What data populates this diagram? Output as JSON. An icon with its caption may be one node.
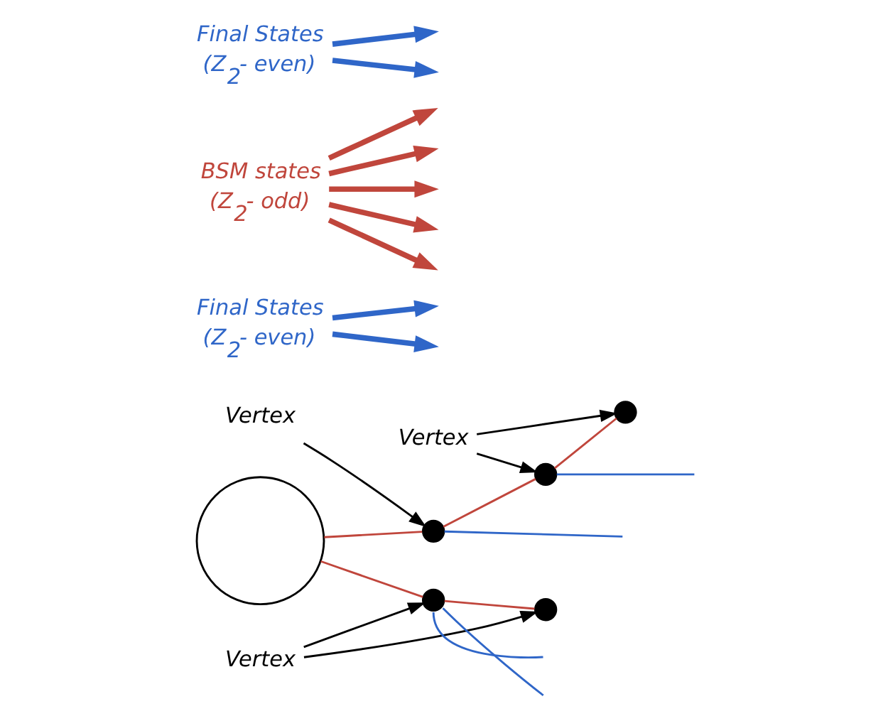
{
  "diagram": {
    "nodes": [
      {
        "text": [],
        "shape": "circle"
      },
      {
        "text": [],
        "shape": "dot"
      },
      {
        "text": [],
        "shape": "dot"
      },
      {
        "text": [],
        "shape": "dot"
      },
      {
        "text": [],
        "shape": "dot"
      },
      {
        "text": [],
        "shape": "dot"
      },
      {
        "text": [
          "Vertex"
        ]
      },
      {
        "text": [
          "Final States",
          "(Z$_{2}$- even)"
        ]
      },
      {
        "text": [
          "Vertex"
        ]
      },
      {
        "text": [
          "BSM states",
          "(Z$_{2}$- odd)"
        ]
      },
      {
        "text": [
          "Final States",
          "(Z$_{2}$- even)"
        ]
      },
      {
        "text": [
          "Vertex"
        ]
      }
    ],
    "edges": [
      {
        "from": 0,
        "to": 1,
        "arrow": "none",
        "color": "#c0463c"
      },
      {
        "from": 1,
        "to": 2,
        "arrow": "none",
        "color": "#c0463c"
      },
      {
        "from": 2,
        "to": 3,
        "arrow": "none",
        "color": "#c0463c"
      },
      {
        "from": 0,
        "to": 4,
        "arrow": "none",
        "color": "#c0463c"
      },
      {
        "from": 4,
        "to": 5,
        "arrow": "none",
        "color": "#c0463c"
      },
      {
        "from": 1,
        "to": null,
        "arrow": "none",
        "color": "#2f66c8"
      },
      {
        "from": 2,
        "to": null,
        "arrow": "none",
        "color": "#2f66c8"
      },
      {
        "from": null,
        "to": 4,
        "arrow": "none",
        "color": "#2f66c8"
      },
      {
        "from": null,
        "to": 4,
        "arrow": "none",
        "color": "#2f66c8"
      },
      {
        "from": 6,
        "to": 1,
        "arrow": "to",
        "color": "#000000"
      },
      {
        "from": 7,
        "to": null,
        "arrow": "to",
        "style": "thick",
        "color": "#2f66c8"
      },
      {
        "from": 7,
        "to": null,
        "arrow": "to",
        "style": "thick",
        "color": "#2f66c8"
      },
      {
        "from": 8,
        "to": 2,
        "arrow": "to",
        "color": "#000000"
      },
      {
        "from": 8,
        "to": 3,
        "arrow": "to",
        "color": "#000000"
      },
      {
        "from": 9,
        "to": null,
        "arrow": "to",
        "style": "thick",
        "color": "#c0463c"
      },
      {
        "from": 9,
        "to": null,
        "arrow": "to",
        "style": "thick",
        "color": "#c0463c"
      },
      {
        "from": 9,
        "to": null,
        "arrow": "to",
        "style": "thick",
        "color": "#c0463c"
      },
      {
        "from": 9,
        "to": null,
        "arrow": "to",
        "style": "thick",
        "color": "#c0463c"
      },
      {
        "from": 9,
        "to": null,
        "arrow": "to",
        "style": "thick",
        "color": "#c0463c"
      },
      {
        "from": 10,
        "to": null,
        "arrow": "to",
        "style": "thick",
        "color": "#2f66c8"
      },
      {
        "from": 10,
        "to": null,
        "arrow": "to",
        "style": "thick",
        "color": "#2f66c8"
      },
      {
        "from": 11,
        "to": 4,
        "arrow": "to",
        "color": "#000000"
      },
      {
        "from": 11,
        "to": 5,
        "arrow": "to",
        "color": "#000000"
      }
    ]
  }
}
